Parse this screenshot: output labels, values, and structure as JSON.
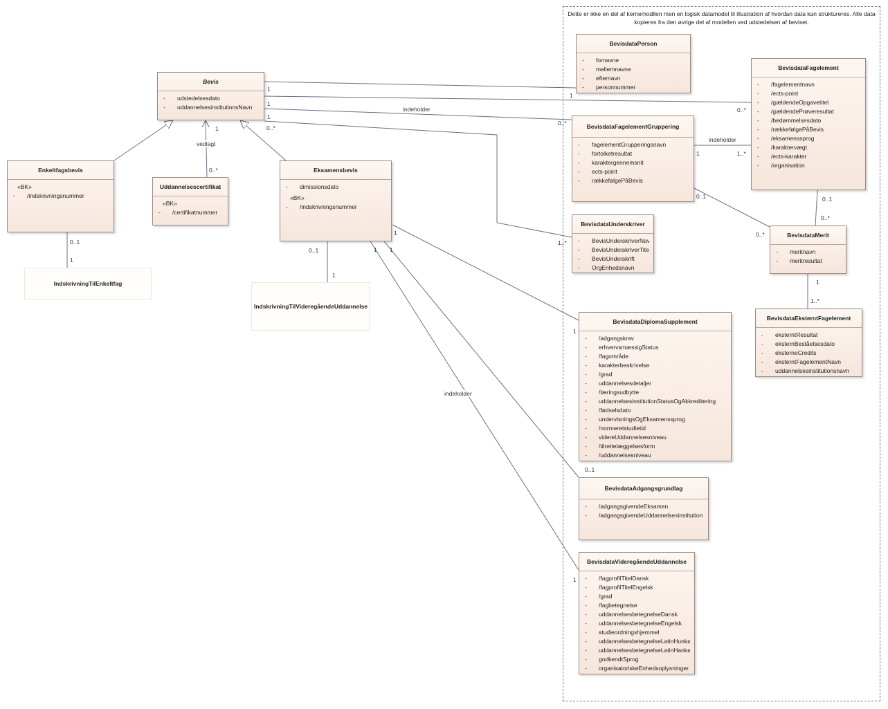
{
  "note": "Dette er ikke en del af kernemodllen men en logisk datamodel til illustration af hvordan data kan struktureres. Alle data kopieres fra den øvrige del af modellen ved udstedelsen af beviset.",
  "classes": {
    "bevis": {
      "name": "Bevis",
      "attrs": [
        {
          "vis": "-",
          "name": "udstedelsesdato"
        },
        {
          "vis": "-",
          "name": "uddannelsesinstitutionsNavn"
        }
      ]
    },
    "enkeltfagsbevis": {
      "name": "Enkeltfagsbevis",
      "stereotype": "«BK»",
      "attrs": [
        {
          "vis": "-",
          "name": "/indskrivningsnummer"
        }
      ]
    },
    "uddannelsescertifikat": {
      "name": "Uddannelsescertifikat",
      "stereotype": "«BK»",
      "attrs": [
        {
          "vis": "-",
          "name": "/certifikatnummer"
        }
      ]
    },
    "eksamensbevis": {
      "name": "Eksamensbevis",
      "attrs": [
        {
          "vis": "-",
          "name": "dimissionsdato"
        }
      ],
      "stereotype": "«BK»",
      "attrs2": [
        {
          "vis": "-",
          "name": "/indskrivningsnummer"
        }
      ]
    },
    "bevisdataPerson": {
      "name": "BevisdataPerson",
      "attrs": [
        {
          "vis": "-",
          "name": "fornavne"
        },
        {
          "vis": "-",
          "name": "mellemnavne"
        },
        {
          "vis": "-",
          "name": "efternavn"
        },
        {
          "vis": "-",
          "name": "personnummer"
        }
      ]
    },
    "bevisdataFagelement": {
      "name": "BevisdataFagelement",
      "attrs": [
        {
          "vis": "-",
          "name": "/fagelementnavn"
        },
        {
          "vis": "-",
          "name": "/ects-point"
        },
        {
          "vis": "-",
          "name": "/gældendeOpgavetitel"
        },
        {
          "vis": "-",
          "name": "/gældendePrøveresultat"
        },
        {
          "vis": "-",
          "name": "/bedømmelsesdato"
        },
        {
          "vis": "-",
          "name": "/rækkefølgePåBevis"
        },
        {
          "vis": "-",
          "name": "/eksamenssprog"
        },
        {
          "vis": "-",
          "name": "/karaktervægt"
        },
        {
          "vis": "-",
          "name": "/ects-karakter"
        },
        {
          "vis": "-",
          "name": "/organisation"
        }
      ]
    },
    "bevisdataFagelementGruppering": {
      "name": "BevisdataFagelementGruppering",
      "attrs": [
        {
          "vis": "-",
          "name": "fagelementGrupperingsnavn"
        },
        {
          "vis": "-",
          "name": "fortolketresultat"
        },
        {
          "vis": "-",
          "name": "karaktergennemsnit"
        },
        {
          "vis": "-",
          "name": "ects-point"
        },
        {
          "vis": "-",
          "name": "rækkefølgePåBevis"
        }
      ]
    },
    "bevisdataUnderskriver": {
      "name": "BevisdataUnderskriver",
      "attrs": [
        {
          "vis": "-",
          "name": "BevisUnderskriverNavn"
        },
        {
          "vis": "-",
          "name": "BevisUnderskriverTitel"
        },
        {
          "vis": "-",
          "name": "BevisUnderskrift"
        },
        {
          "vis": "-",
          "name": "OrgEnhedsnavn"
        }
      ]
    },
    "bevisdataMerit": {
      "name": "BevisdataMerit",
      "attrs": [
        {
          "vis": "-",
          "name": "meritnavn"
        },
        {
          "vis": "-",
          "name": "meritresultat"
        }
      ]
    },
    "bevisdataEksterntFagelement": {
      "name": "BevisdataEksterntFagelement",
      "attrs": [
        {
          "vis": "-",
          "name": "eksterntResultat"
        },
        {
          "vis": "-",
          "name": "eksternBeståelsesdato"
        },
        {
          "vis": "-",
          "name": "eksterneCredits"
        },
        {
          "vis": "-",
          "name": "eksterntFagelementNavn"
        },
        {
          "vis": "-",
          "name": "uddannelsesinstitutionsnavn"
        }
      ]
    },
    "bevisdataDiplomaSupplement": {
      "name": "BevisdataDiplomaSupplement",
      "attrs": [
        {
          "vis": "-",
          "name": "/adgangskrav"
        },
        {
          "vis": "-",
          "name": "erhvervsmæssigStatus"
        },
        {
          "vis": "-",
          "name": "/fagområde"
        },
        {
          "vis": "-",
          "name": "karakterbeskrivelse"
        },
        {
          "vis": "-",
          "name": "/grad"
        },
        {
          "vis": "-",
          "name": "uddannelsesdetaljer"
        },
        {
          "vis": "-",
          "name": "/læringsudbytte"
        },
        {
          "vis": "-",
          "name": "uddannelsesinstitutionStatusOgAkkreditering"
        },
        {
          "vis": "-",
          "name": "/fødselsdato"
        },
        {
          "vis": "-",
          "name": "undervisningsOgEksamenssprog"
        },
        {
          "vis": "-",
          "name": "/normeretstudietid"
        },
        {
          "vis": "-",
          "name": "videreUddannelsesniveau"
        },
        {
          "vis": "-",
          "name": "/tilrettelæggelsesform"
        },
        {
          "vis": "-",
          "name": "/uddannelsesniveau"
        }
      ]
    },
    "bevisdataAdgangsgrundlag": {
      "name": "BevisdataAdgangsgrundlag",
      "attrs": [
        {
          "vis": "-",
          "name": "/adgangsgivendeEksamen"
        },
        {
          "vis": "-",
          "name": "/adgangsgivendeUddannelsesinstitution"
        }
      ]
    },
    "bevisdataVideregaendeUddannelse": {
      "name": "BevisdataVideregåendeUddannelse",
      "attrs": [
        {
          "vis": "-",
          "name": "/fagprofilTitelDansk"
        },
        {
          "vis": "-",
          "name": "/fagprofilTitelEngelsk"
        },
        {
          "vis": "-",
          "name": "/grad"
        },
        {
          "vis": "-",
          "name": "/fagbetegnelse"
        },
        {
          "vis": "-",
          "name": "uddannelsesbetegnelseDansk"
        },
        {
          "vis": "-",
          "name": "uddannelsesbetegnelseEngelsk"
        },
        {
          "vis": "-",
          "name": "studieordningshjemmel"
        },
        {
          "vis": "-",
          "name": "uddannelsesbetegnelseLatinHunkøn"
        },
        {
          "vis": "-",
          "name": "uddannelsesbetegnelseLatinHankøn"
        },
        {
          "vis": "-",
          "name": "godkendtSprog"
        },
        {
          "vis": "-",
          "name": "organisatoriskeEnhedsoplysninger"
        }
      ]
    },
    "indskrivningTilEnkeltfag": {
      "name": "IndskrivningTilEnkeltfag"
    },
    "indskrivningTilVideregaende": {
      "name": "IndskrivningTilVideregåendeUddannelse"
    }
  },
  "labels": {
    "indeholder": "indeholder",
    "vedlagt": "vedlagt",
    "m_1": "1",
    "m_01": "0..1",
    "m_0star": "0..*",
    "m_1star": "1..*"
  }
}
